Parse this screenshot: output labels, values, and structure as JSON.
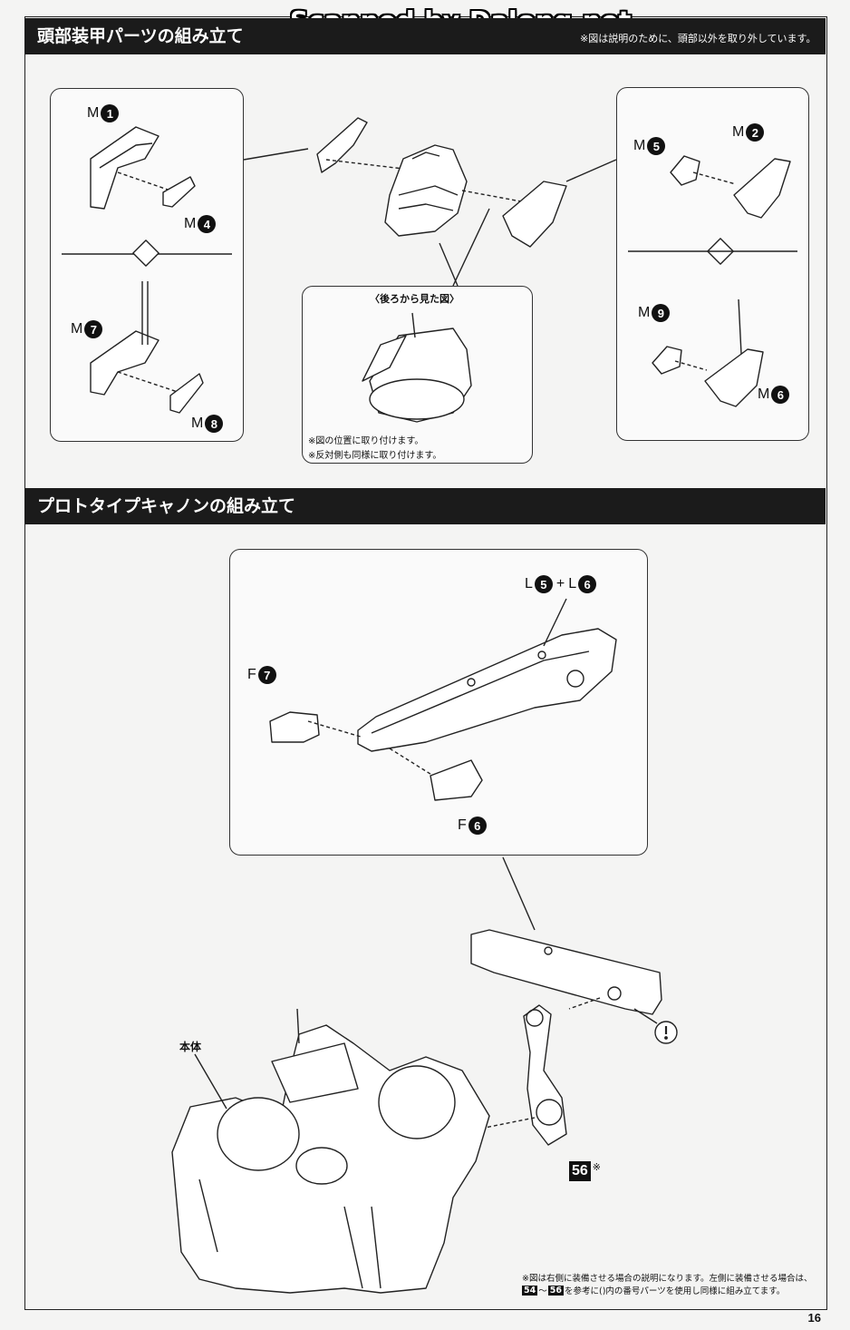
{
  "watermark": "Scanned by Dalong.net",
  "section1": {
    "title": "頭部装甲パーツの組み立て",
    "note": "※図は説明のために、頭部以外を取り外しています。"
  },
  "left_box": {
    "top_part": "M",
    "top_num": "1",
    "sub_part": "M",
    "sub_num": "4",
    "bottom_part": "M",
    "bottom_num": "7",
    "bottom_sub_part": "M",
    "bottom_sub_num": "8"
  },
  "right_box": {
    "top_part": "M",
    "top_num": "2",
    "sub_part": "M",
    "sub_num": "5",
    "bottom_part": "M",
    "bottom_num": "6",
    "bottom_sub_part": "M",
    "bottom_sub_num": "9"
  },
  "rear_view": {
    "title": "〈後ろから見た図〉",
    "notes": [
      "※図の位置に取り付けます。",
      "※反対側も同様に取り付けます。"
    ]
  },
  "section2": {
    "title": "プロトタイプキャノンの組み立て"
  },
  "cannon_box": {
    "l_part": "L",
    "l_num1": "5",
    "plus": "+",
    "l_num2": "6",
    "f7_part": "F",
    "f7_num": "7",
    "f6_part": "F",
    "f6_num": "6"
  },
  "main_body_label": "本体",
  "part56": "56",
  "part56_mark": "※",
  "footer_note1": "※図は右側に装備させる場合の説明になります。左側に装備させる場合は、",
  "footer_ref_start": "54",
  "footer_ref_tilde": "〜",
  "footer_ref_end": "56",
  "footer_note2": "を参考に()内の番号パーツを使用し同様に組み立てます。",
  "page_number": "16"
}
